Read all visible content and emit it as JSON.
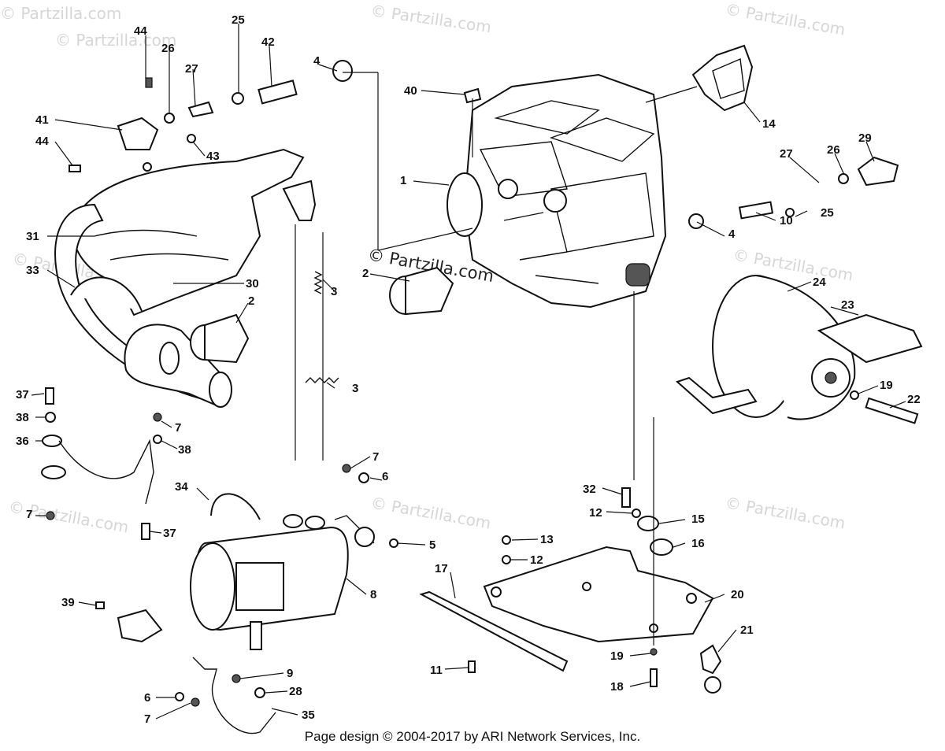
{
  "watermarks": {
    "site": "© Partzilla.com",
    "center": "© Partzilla.com"
  },
  "footer": {
    "text": "Page design © 2004-2017 by ARI Network Services, Inc."
  },
  "callouts": [
    "44",
    "26",
    "27",
    "25",
    "42",
    "4",
    "41",
    "44",
    "43",
    "40",
    "1",
    "14",
    "27",
    "26",
    "29",
    "31",
    "33",
    "30",
    "2",
    "3",
    "2",
    "10",
    "25",
    "4",
    "24",
    "23",
    "3",
    "19",
    "22",
    "37",
    "38",
    "36",
    "7",
    "38",
    "7",
    "6",
    "7",
    "37",
    "34",
    "5",
    "32",
    "12",
    "15",
    "16",
    "13",
    "12",
    "17",
    "20",
    "8",
    "39",
    "21",
    "11",
    "19",
    "18",
    "9",
    "28",
    "6",
    "7",
    "35"
  ]
}
